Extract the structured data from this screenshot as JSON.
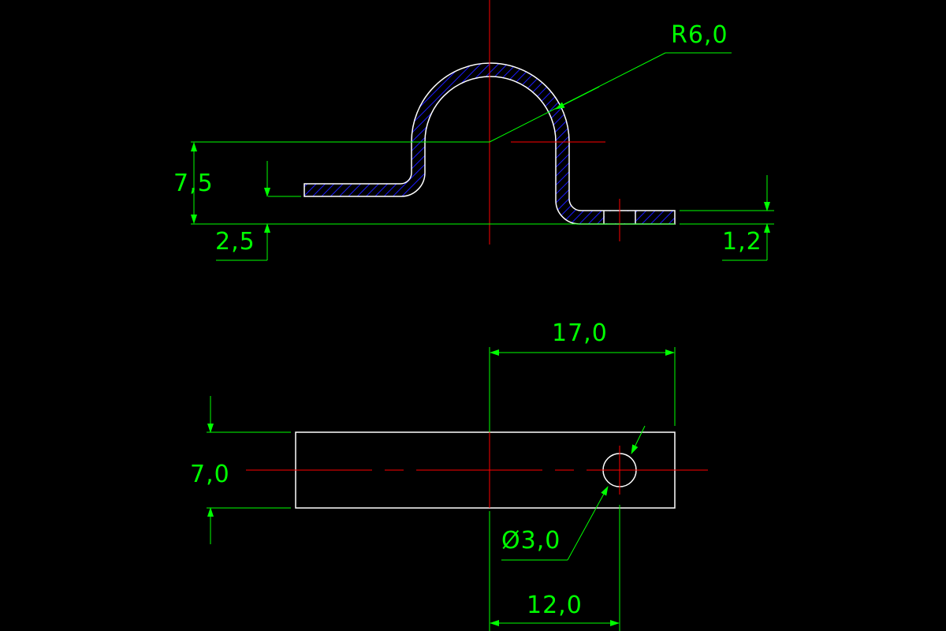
{
  "drawing": {
    "background": "#000000",
    "colors": {
      "outline": "#ffffff",
      "dimension": "#00ff00",
      "centerline": "#ff0000",
      "hatch": "#1a1aff"
    },
    "dimensions": {
      "radius": "R6,0",
      "height_total": "7,5",
      "height_low": "2,5",
      "thickness": "1,2",
      "length_overall": "17,0",
      "width": "7,0",
      "hole_diameter": "Ø3,0",
      "hole_offset": "12,0"
    }
  }
}
